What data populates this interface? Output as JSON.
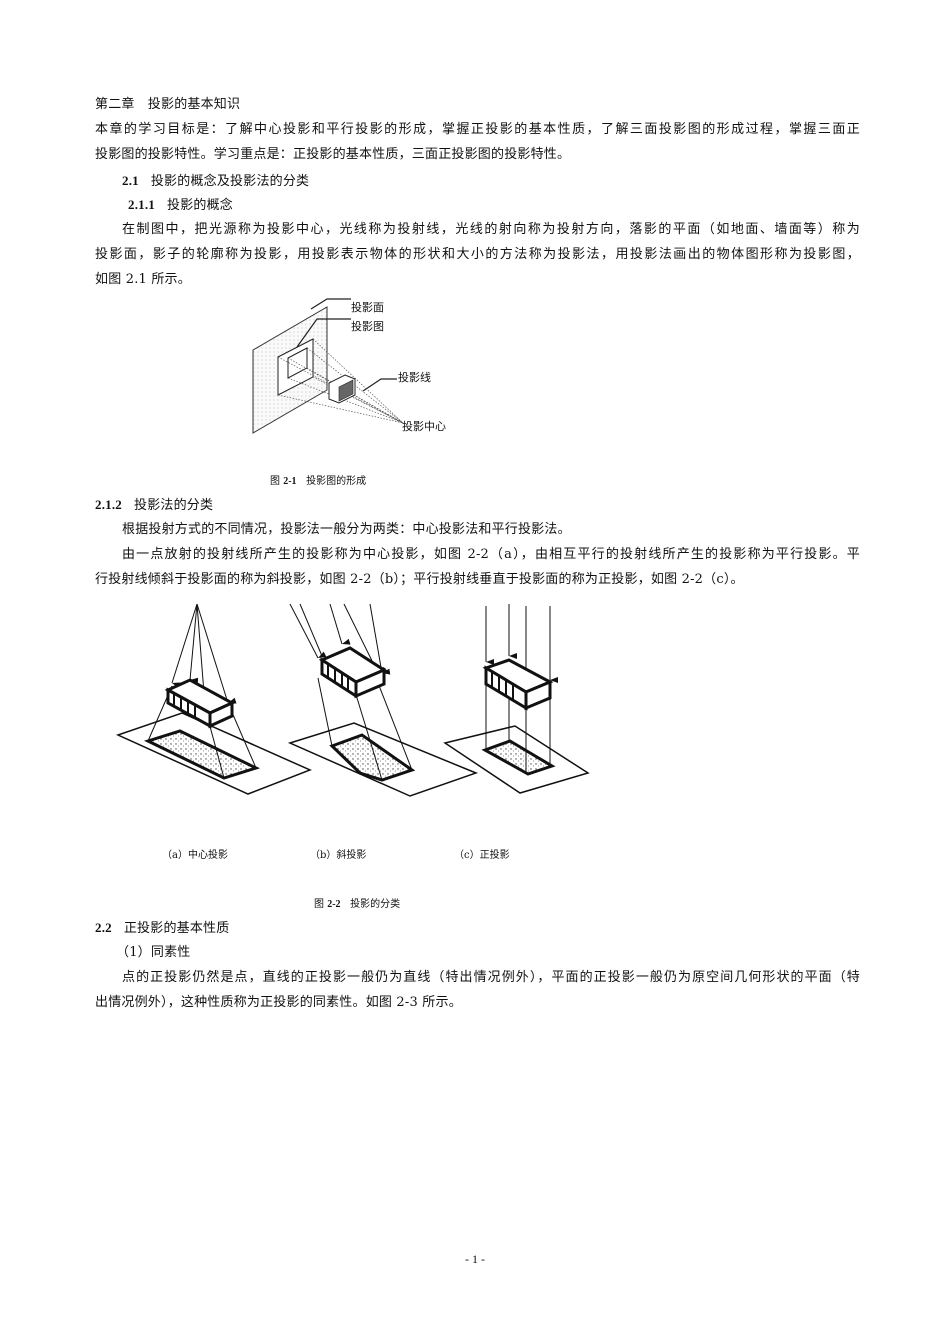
{
  "chapter_title": "第二章　投影的基本知识",
  "intro": {
    "line1": "本章的学习目标是：了解中心投影和平行投影的形成，掌握正投影的基本性质，了解三面投影图的形成过程，掌握三面正",
    "line2": "投影图的投影特性。学习重点是：正投影的基本性质，三面正投影图的投影特性。"
  },
  "section_2_1": {
    "number": "2.1",
    "title": "投影的概念及投影法的分类"
  },
  "section_2_1_1": {
    "number": "2.1.1",
    "title": "投影的概念",
    "para_line1": "在制图中，把光源称为投影中心，光线称为投射线，光线的射向称为投射方向，落影的平面（如地面、墙面等）称为",
    "para_line2": "投影面，影子的轮廓称为投影，用投影表示物体的形状和大小的方法称为投影法，用投影法画出的物体图形称为投影图，",
    "para_line3": "如图  2.1  所示。"
  },
  "figure_2_1": {
    "labels": {
      "plane": "投影面",
      "image": "投影图",
      "rays": "投影线",
      "center": "投影中心"
    },
    "caption_prefix": "图 ",
    "caption_number": "2-1",
    "caption_text": "投影图的形成"
  },
  "section_2_1_2": {
    "number": "2.1.2",
    "title": "投影法的分类",
    "para1": "根据投射方式的不同情况，投影法一般分为两类：中心投影法和平行投影法。",
    "para2_line1": "由一点放射的投射线所产生的投影称为中心投影，如图 2-2（a），由相互平行的投射线所产生的投影称为平行投影。平",
    "para2_line2": "行投射线倾斜于投影面的称为斜投影，如图  2-2（b）；平行投射线垂直于投影面的称为正投影，如图 2-2（c）。"
  },
  "figure_2_2": {
    "subcaptions": [
      "（a）中心投影",
      "（b）斜投影",
      "（c）正投影"
    ],
    "caption_prefix": "图 ",
    "caption_number": "2-2",
    "caption_text": "投影的分类"
  },
  "section_2_2": {
    "number": "2.2",
    "title": "正投影的基本性质",
    "item1_title": "（1）同素性",
    "para_line1": "点的正投影仍然是点，直线的正投影一般仍为直线（特出情况例外），平面的正投影一般仍为原空间几何形状的平面（特",
    "para_line2": "出情况例外），这种性质称为正投影的同素性。如图 2-3 所示。"
  },
  "footer": {
    "page_number": "- 1 -"
  }
}
